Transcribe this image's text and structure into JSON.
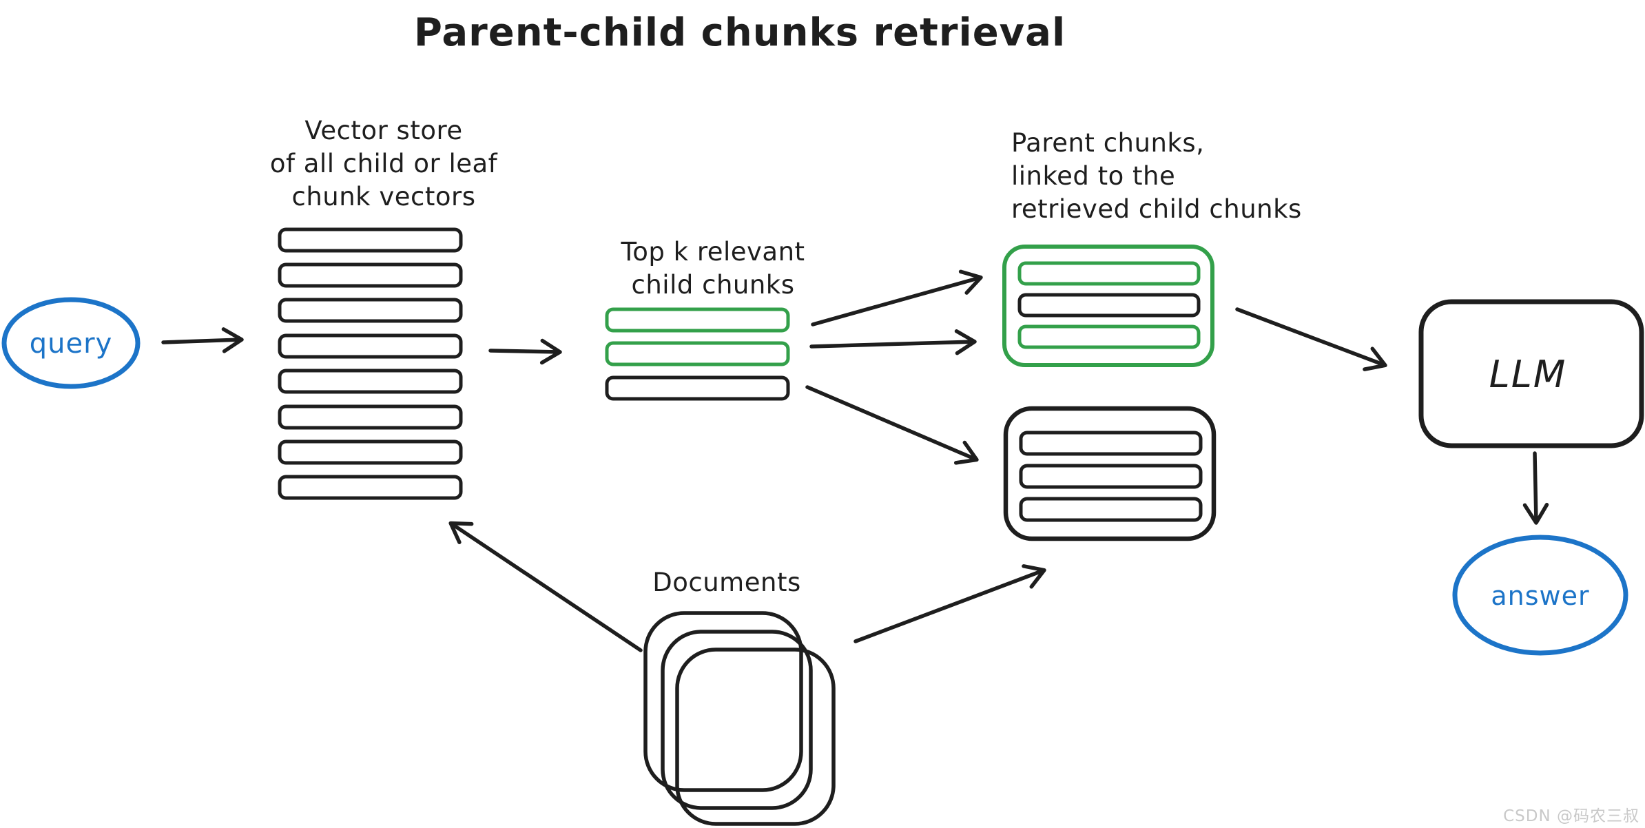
{
  "title": "Parent-child chunks retrieval",
  "colors": {
    "ink": "#1e1e1e",
    "blue": "#1c74c8",
    "green": "#33a04a",
    "watermark": "#c9c9c9",
    "bg": "#ffffff"
  },
  "nodes": {
    "query": {
      "label": "query",
      "shape": "ellipse",
      "color": "blue"
    },
    "vector_store": {
      "label_lines": [
        "Vector store",
        "of all child or leaf",
        "chunk vectors"
      ],
      "bar_count": 8
    },
    "top_k_child_chunks": {
      "label_lines": [
        "Top k relevant",
        "child chunks"
      ],
      "bars": [
        "green",
        "green",
        "black"
      ]
    },
    "parent_chunks": {
      "label_lines": [
        "Parent chunks,",
        "linked to the",
        "retrieved child chunks"
      ],
      "green_box_bars": [
        "green",
        "black",
        "green"
      ],
      "black_box_bars": [
        "black",
        "black",
        "black"
      ]
    },
    "llm": {
      "label": "LLM",
      "shape": "rounded-rect"
    },
    "answer": {
      "label": "answer",
      "shape": "ellipse",
      "color": "blue"
    },
    "documents": {
      "label": "Documents",
      "doc_count": 3
    }
  },
  "edges": [
    {
      "from": "query",
      "to": "vector_store"
    },
    {
      "from": "vector_store",
      "to": "top_k_child_chunks"
    },
    {
      "from": "top_k_child_chunks",
      "to": "parent_chunks_green_box"
    },
    {
      "from": "top_k_child_chunks",
      "to": "parent_chunks_green_box"
    },
    {
      "from": "top_k_child_chunks",
      "to": "parent_chunks_black_box"
    },
    {
      "from": "parent_chunks_green_box",
      "to": "llm"
    },
    {
      "from": "llm",
      "to": "answer"
    },
    {
      "from": "documents",
      "to": "vector_store"
    },
    {
      "from": "documents",
      "to": "parent_chunks_black_box"
    }
  ],
  "watermark": "CSDN @码农三叔"
}
